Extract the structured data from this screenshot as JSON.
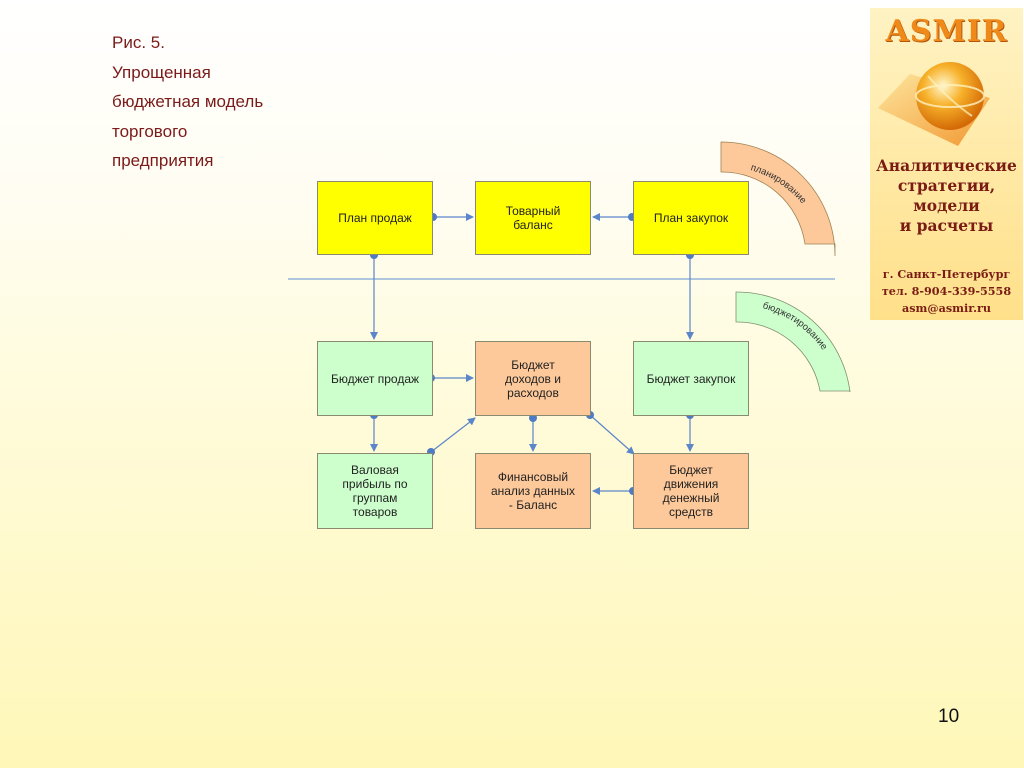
{
  "caption": {
    "lines": [
      "Рис. 5.",
      "Упрощенная",
      "бюджетная модель",
      "торгового",
      "предприятия"
    ]
  },
  "diagram": {
    "boxes": {
      "sales_plan": "План продаж",
      "goods_balance": "Товарный\nбаланс",
      "purchase_plan": "План закупок",
      "sales_budget": "Бюджет продаж",
      "income_budget": "Бюджет\nдоходов и\nрасходов",
      "purchase_budget": "Бюджет закупок",
      "gross_profit": "Валовая\nприбыль по\nгруппам\nтоваров",
      "financial_analysis": "Финансовый\nанализ данных\n- Баланс",
      "cashflow_budget": "Бюджет\nдвижения\nденежный\nсредств"
    },
    "arcs": {
      "planning": "планирование",
      "budgeting": "бюджетирование"
    },
    "colors": {
      "plan": "#ffff00",
      "budget": "#ccffcc",
      "finance": "#fdc99a",
      "connector": "#5b86c9"
    }
  },
  "logo": {
    "brand": "ASMIR",
    "tagline": [
      "Аналитические",
      "стратегии,",
      "модели",
      "и расчеты"
    ],
    "contacts": [
      "г. Санкт-Петербург",
      "тел. 8-904-339-5558",
      "asm@asmir.ru"
    ]
  },
  "page_number": "10"
}
